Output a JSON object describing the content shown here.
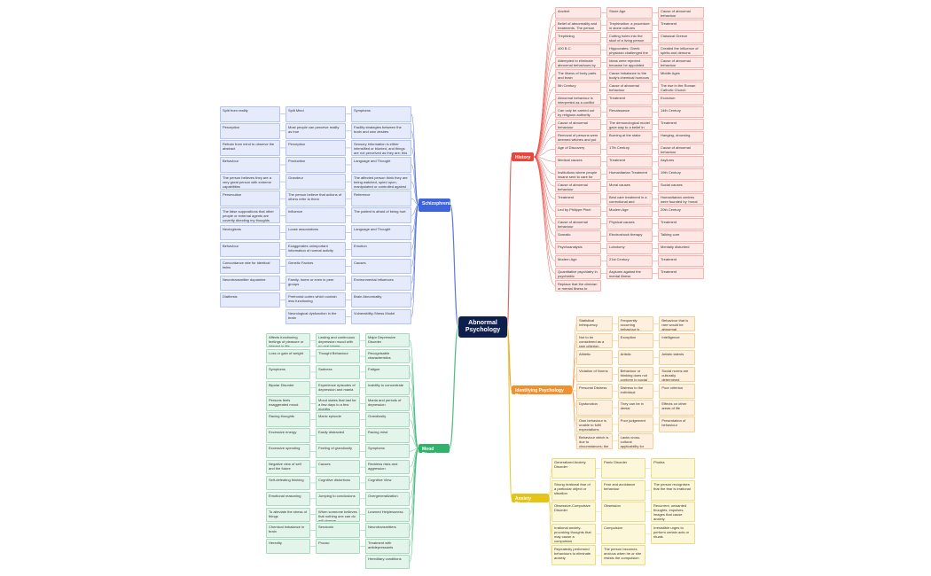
{
  "central": {
    "title": "Abnormal Psychology"
  },
  "colors": {
    "history": "#e8453c",
    "schizophrenia": "#3d63dd",
    "mood": "#2fb36b",
    "identifying": "#f0912f",
    "anxiety": "#e6c317"
  },
  "branches": {
    "history": {
      "label": "History",
      "nodes": [
        "Ancient",
        "Stone Age",
        "Cause of abnormal behaviour",
        "Belief of abnormality and treatments. The person must demand to release the \"demons\" inside the person",
        "Trephination: a procedure in stone cultures",
        "Treatment",
        "Trephining",
        "Cutting holes into the skull of a living person",
        "Classical Greece",
        "400 B.C.",
        "Hippocrates: Greek physician challenged the belief",
        "Created the influence of spirits and demons",
        "Attempted to eliminate abnormal behaviours by biological causes",
        "Ideas were rejected because he appointed Galen's later theories of balanced brain fluids, and behaviour",
        "Cause of abnormal behaviour",
        "The illness of body parts and brain",
        "Cause imbalance to the body's chemical humours",
        "Middle Ages",
        "5th Century",
        "Cause of abnormal behaviour",
        "The rise in the Roman Catholic Church strengthened the demonological model",
        "Abnormal behaviour is interpreted as a conflict between good and evil",
        "Treatment",
        "Exorcism",
        "Can only be carried out by religious authority",
        "Renaissance",
        "14th Century",
        "Cause of abnormal behaviour",
        "The demonological model gave way to a belief in witchcraft",
        "Treatment",
        "Removal of persons were deemed witches and put on death",
        "Burning at the stake",
        "Hanging, drowning",
        "Age of Discovery",
        "17th Century",
        "Cause of abnormal behaviour",
        "Medical causes",
        "Treatment",
        "Asylums",
        "Institutions where people insane sent to care for people with mental illness",
        "Humanitarian Treatment",
        "19th Century",
        "Cause of abnormal behaviour",
        "Moral causes",
        "Social causes",
        "Treatment",
        "Best care treatment in a correctional and physically stimulating place",
        "Humanitarian centres were founded by 'moral treatment'",
        "Led by Philippe Pinel",
        "Modern Age",
        "20th Century",
        "Cause of abnormal behaviour",
        "Physical causes",
        "Treatment",
        "Somatic",
        "Electroshock therapy",
        "Talking cure",
        "Psychoanalysis",
        "Lobotomy",
        "Mentally disturbed",
        "Modern Age",
        "21st Century",
        "Treatment",
        "Quantitative psychiatry in psychiatric",
        "Asylums against the mental illness",
        "Treatment",
        "Replace that the clinician or mental illness to biological, statistic and how the care of psychic phenomenon"
      ]
    },
    "schizophrenia": {
      "label": "Schizophrenia",
      "nodes": [
        "Symptoms",
        "Split Mind",
        "Split from reality",
        "Facility strategies between the brain and own desires",
        "Most people can perceive reality as true",
        "Perception",
        "Sensory information is either intensified or blunted, and things are not perceived as they are; this can cause them to become overwhelmed",
        "Perception",
        "Refrain from mind to observe the abstract",
        "Language and Thought",
        "Production",
        "Behaviour",
        "The affected person think they are being watched, spied upon, manipulated or controlled against or followed",
        "Grandeur",
        "The person believes they are a very great person with extreme capabilities",
        "Reference",
        "The person believe that actions of others refer to them",
        "Persecution",
        "The patient is afraid of being hurt",
        "Influence",
        "The false suppositions that other people or external agents are covertly directing my thoughts",
        "Language and Thought",
        "Loose associations",
        "Neologisms",
        "Emotion",
        "Exaggerates unimportant information of normal activity",
        "Behaviour",
        "Causes",
        "Genetic Factors",
        "Concordance rate for identical twins",
        "Environmental influences",
        "Family, home or even in peer groups",
        "Neurotransmitter dopamine",
        "Brain Abnormality",
        "Prefrontal cortex which contain less functioning",
        "Diathesis",
        "Vulnerability-Stress Model",
        "Neurological dysfunction in the brain"
      ]
    },
    "mood": {
      "label": "Mood Disorder",
      "nodes": [
        "Major Depressive Disorder",
        "Lasting and continuous depression mood with no real trigger",
        "Affects functioning feelings of pleasure or interest in life",
        "Recognisable characteristics",
        "Thought Behaviour",
        "Loss or gain of weight",
        "Fatigue",
        "Sadness",
        "Symptoms",
        "Inability to concentrate",
        "Experience episodes of depression and mania",
        "Bipolar Disorder",
        "Mania and periods of depression",
        "Mood states that last for a few days to a few months",
        "Persons feels exaggerated mood",
        "Grandiosity",
        "Manic episode",
        "Racing thoughts",
        "Racing mind",
        "Easily distracted",
        "Excessive energy",
        "Symptoms",
        "Feeling of grandiosity",
        "Excessive spending",
        "Reckless risks and aggression",
        "Causes",
        "Negative view of self and the future",
        "Cognitive View",
        "Cognitive distortions",
        "Self-defeating thinking",
        "Overgeneralization",
        "Jumping to conclusions",
        "Emotional reasoning",
        "Learned Helplessness",
        "When someone believes that nothing one can do will change",
        "To alleviate the stress of things",
        "Neurotransmitters",
        "Serotonin",
        "Chemical imbalance in brain",
        "Treatment with antidepressants",
        "Prozac",
        "Heredity",
        "Hereditary conditions"
      ]
    },
    "identifying": {
      "label": "Identifying Psychology Disorder",
      "nodes": [
        "Statistical Infrequency",
        "Frequently occurring behaviour is normal",
        "Behaviour that is rare would be abnormal",
        "Not to be considered as a rare criterion",
        "Exception",
        "Intelligence",
        "Athletic",
        "Artistic",
        "Artistic talents",
        "Violation of Norms",
        "Behaviour or thinking does not conform to social norms",
        "Social norms are culturally determined",
        "Personal Distress",
        "Distress to the individual",
        "Poor criterion",
        "Dysfunction",
        "They can be in denial",
        "Effects on other areas of life",
        "Own behaviour is unable to fulfil expectations",
        "Poor judgement",
        "Presentation of behaviour",
        "Behaviour which is due to circumstances; the behaviour is appropriate to the context in which it occurs",
        "Lacks cross-cultural applicability for emotions or behaviour patterns"
      ]
    },
    "anxiety": {
      "label": "Anxiety Disorders",
      "nodes": [
        "Generalized Anxiety Disorder",
        "Panic Disorder",
        "Phobia",
        "Strong irrational fear of a particular object or situation",
        "Fear and avoidance behaviour",
        "The person recognises that the fear is irrational",
        "Obsessive-Compulsive Disorder",
        "Obsession",
        "Recurrent, unwanted thoughts, impulses, images that cause anxiety",
        "Irrational anxiety-provoking thoughts that may cause a compulsion",
        "Compulsion",
        "Irresistible urges to perform certain acts or rituals",
        "Repeatedly performed behaviours to eliminate anxiety",
        "The person becomes anxious when he or she resists the compulsion"
      ]
    }
  }
}
